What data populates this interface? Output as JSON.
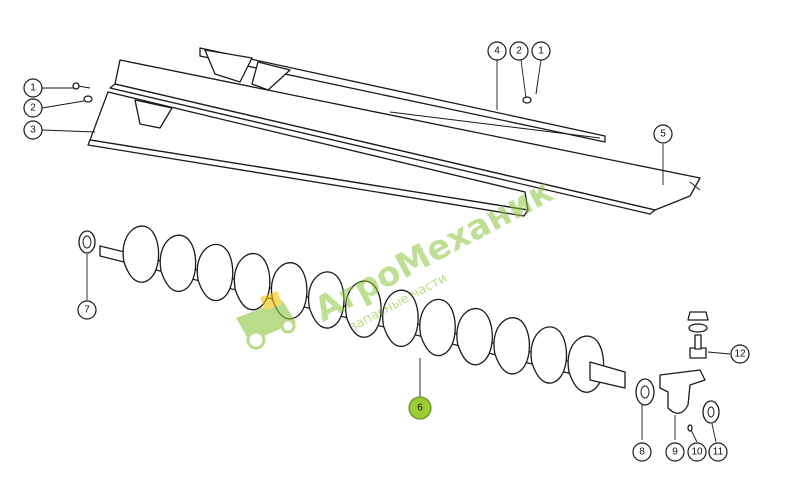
{
  "diagram": {
    "callouts": [
      {
        "label": "1"
      },
      {
        "label": "2"
      },
      {
        "label": "3"
      },
      {
        "label": "4"
      },
      {
        "label": "2"
      },
      {
        "label": "1"
      },
      {
        "label": "5"
      },
      {
        "label": "6"
      },
      {
        "label": "7"
      },
      {
        "label": "8"
      },
      {
        "label": "9"
      },
      {
        "label": "10"
      },
      {
        "label": "11"
      },
      {
        "label": "12"
      }
    ],
    "highlight_color": "#9acd32"
  },
  "watermark": {
    "brand": "АгроМеханик",
    "subtitle": "запасные части",
    "color": "#8cc63f",
    "icon": "tractor-icon"
  }
}
